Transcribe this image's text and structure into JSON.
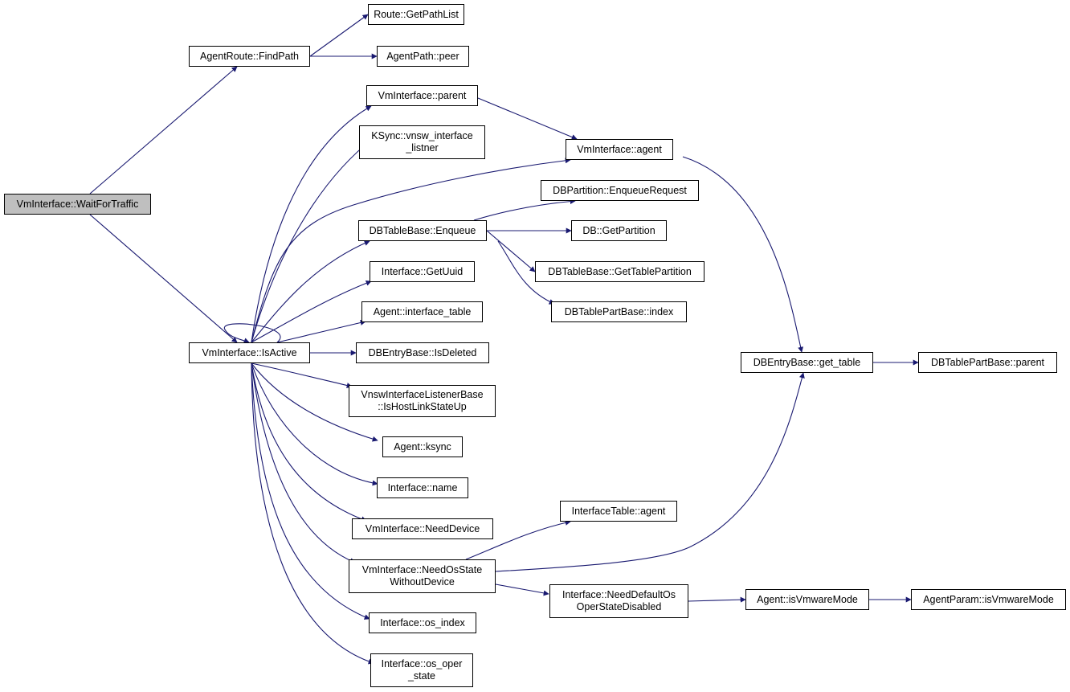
{
  "colors": {
    "edge": "#191970",
    "border": "#000000",
    "root_fill": "#bfbfbf",
    "node_fill": "#ffffff"
  },
  "nodes": [
    {
      "id": "wait",
      "lines": [
        "VmInterface::WaitForTraffic"
      ],
      "root": true
    },
    {
      "id": "findpath",
      "lines": [
        "AgentRoute::FindPath"
      ]
    },
    {
      "id": "getpathlist",
      "lines": [
        "Route::GetPathList"
      ]
    },
    {
      "id": "peer",
      "lines": [
        "AgentPath::peer"
      ]
    },
    {
      "id": "isactive",
      "lines": [
        "VmInterface::IsActive"
      ]
    },
    {
      "id": "vmparent",
      "lines": [
        "VmInterface::parent"
      ]
    },
    {
      "id": "ksync_vnsw",
      "lines": [
        "KSync::vnsw_interface",
        "_listner"
      ]
    },
    {
      "id": "vmagent",
      "lines": [
        "VmInterface::agent"
      ]
    },
    {
      "id": "dbpart_enq",
      "lines": [
        "DBPartition::EnqueueRequest"
      ]
    },
    {
      "id": "enqueue",
      "lines": [
        "DBTableBase::Enqueue"
      ]
    },
    {
      "id": "getpartition",
      "lines": [
        "DB::GetPartition"
      ]
    },
    {
      "id": "gettablepartition",
      "lines": [
        "DBTableBase::GetTablePartition"
      ]
    },
    {
      "id": "index",
      "lines": [
        "DBTablePartBase::index"
      ]
    },
    {
      "id": "getuuid",
      "lines": [
        "Interface::GetUuid"
      ]
    },
    {
      "id": "iftable",
      "lines": [
        "Agent::interface_table"
      ]
    },
    {
      "id": "isdeleted",
      "lines": [
        "DBEntryBase::IsDeleted"
      ]
    },
    {
      "id": "hostlink",
      "lines": [
        "VnswInterfaceListenerBase",
        "::IsHostLinkStateUp"
      ]
    },
    {
      "id": "ksync",
      "lines": [
        "Agent::ksync"
      ]
    },
    {
      "id": "ifname",
      "lines": [
        "Interface::name"
      ]
    },
    {
      "id": "needdevice",
      "lines": [
        "VmInterface::NeedDevice"
      ]
    },
    {
      "id": "needosstate",
      "lines": [
        "VmInterface::NeedOsState",
        "WithoutDevice"
      ]
    },
    {
      "id": "iftableagent",
      "lines": [
        "InterfaceTable::agent"
      ]
    },
    {
      "id": "needdefaultos",
      "lines": [
        "Interface::NeedDefaultOs",
        "OperStateDisabled"
      ]
    },
    {
      "id": "osindex",
      "lines": [
        "Interface::os_index"
      ]
    },
    {
      "id": "osoper",
      "lines": [
        "Interface::os_oper",
        "_state"
      ]
    },
    {
      "id": "gettable",
      "lines": [
        "DBEntryBase::get_table"
      ]
    },
    {
      "id": "partparent",
      "lines": [
        "DBTablePartBase::parent"
      ]
    },
    {
      "id": "isvmware",
      "lines": [
        "Agent::isVmwareMode"
      ]
    },
    {
      "id": "paramvmware",
      "lines": [
        "AgentParam::isVmwareMode"
      ]
    }
  ],
  "edges": [
    [
      "wait",
      "findpath"
    ],
    [
      "wait",
      "isactive"
    ],
    [
      "findpath",
      "getpathlist"
    ],
    [
      "findpath",
      "peer"
    ],
    [
      "isactive",
      "isactive"
    ],
    [
      "isactive",
      "vmparent"
    ],
    [
      "isactive",
      "ksync_vnsw"
    ],
    [
      "isactive",
      "vmagent"
    ],
    [
      "isactive",
      "enqueue"
    ],
    [
      "isactive",
      "getuuid"
    ],
    [
      "isactive",
      "iftable"
    ],
    [
      "isactive",
      "isdeleted"
    ],
    [
      "isactive",
      "hostlink"
    ],
    [
      "isactive",
      "ksync"
    ],
    [
      "isactive",
      "ifname"
    ],
    [
      "isactive",
      "needdevice"
    ],
    [
      "isactive",
      "needosstate"
    ],
    [
      "isactive",
      "osindex"
    ],
    [
      "isactive",
      "osoper"
    ],
    [
      "vmparent",
      "vmagent"
    ],
    [
      "enqueue",
      "dbpart_enq"
    ],
    [
      "enqueue",
      "getpartition"
    ],
    [
      "enqueue",
      "gettablepartition"
    ],
    [
      "enqueue",
      "index"
    ],
    [
      "vmagent",
      "gettable"
    ],
    [
      "gettable",
      "partparent"
    ],
    [
      "needosstate",
      "iftableagent"
    ],
    [
      "needosstate",
      "gettable"
    ],
    [
      "needosstate",
      "needdefaultos"
    ],
    [
      "needdefaultos",
      "isvmware"
    ],
    [
      "isvmware",
      "paramvmware"
    ]
  ]
}
